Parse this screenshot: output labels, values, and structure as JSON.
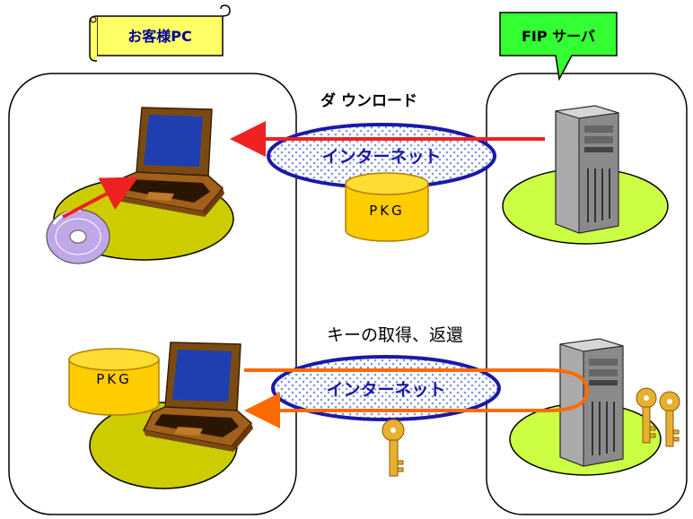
{
  "labels": {
    "customer_pc": "お客様PC",
    "ftp_server": "FIP サーバ",
    "download": "ダ ウンロード",
    "internet_top": "インターネット",
    "internet_bottom": "インターネット",
    "pkg_top": "PKG",
    "pkg_bottom": "PKG",
    "key_exchange": "キーの取得、返還"
  },
  "colors": {
    "scroll_fill": "#ffff66",
    "scroll_text": "#000099",
    "callout_fill": "#33ff33",
    "ellipse_border": "#1a1aa6",
    "ellipse_fill": "#dde6ff",
    "ellipse_text": "#1a1aa6",
    "pad_fill": "#cccc00",
    "pad_fill_server": "#ccff44",
    "pkg_fill": "#ffcc00",
    "pkg_border": "#b08000",
    "arrow_red": "#ee2222",
    "arrow_orange": "#ff6a00",
    "key_fill": "#e8b030"
  },
  "icons": [
    "laptop-icon",
    "cd-disc-icon",
    "server-tower-icon",
    "key-icon",
    "database-cylinder-icon"
  ]
}
